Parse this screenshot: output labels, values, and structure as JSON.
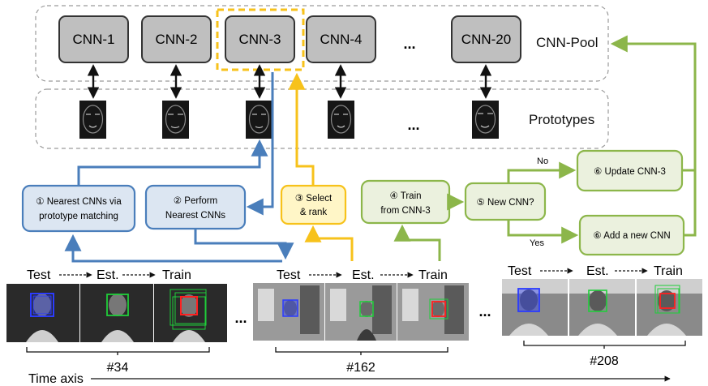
{
  "cnn_pool": {
    "title": "CNN-Pool",
    "items": [
      "CNN-1",
      "CNN-2",
      "CNN-3",
      "CNN-4",
      "...",
      "CNN-20"
    ]
  },
  "prototypes": {
    "title": "Prototypes",
    "ellipsis": "..."
  },
  "steps": {
    "s1": [
      "① Nearest CNNs via",
      "prototype matching"
    ],
    "s2": [
      "② Perform",
      "Nearest CNNs"
    ],
    "s3": [
      "③ Select",
      "& rank"
    ],
    "s4": [
      "④  Train",
      "from CNN-3"
    ],
    "s5": [
      "⑤ New CNN?"
    ],
    "s6a": [
      "⑥  Update CNN-3"
    ],
    "s6b": [
      "⑥  Add a new CNN"
    ]
  },
  "decision": {
    "no": "No",
    "yes": "Yes"
  },
  "frames": [
    {
      "test": "Test",
      "est": "Est.",
      "train": "Train",
      "label": "#34"
    },
    {
      "test": "Test",
      "est": "Est.",
      "train": "Train",
      "label": "#162"
    },
    {
      "test": "Test",
      "est": "Est.",
      "train": "Train",
      "label": "#208"
    }
  ],
  "frame_ellipsis": "...",
  "time_axis": "Time axis",
  "colors": {
    "blue": "#4a7ebb",
    "yellow": "#f7c21b",
    "green": "#8cb64a",
    "cnn_fill": "#bfbfbf",
    "blue_fill": "#dce6f2",
    "yellow_fill": "#fff6c7",
    "green_fill": "#ebf1de",
    "pool_border": "#9a9a9a"
  }
}
